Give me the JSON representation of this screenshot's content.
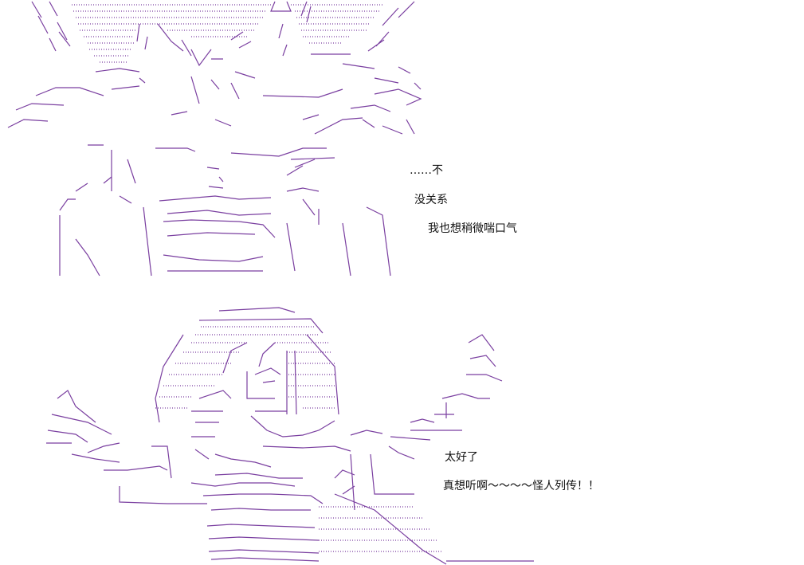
{
  "dialogue": {
    "line_1": "……不",
    "line_2": "没关系",
    "line_3": "我也想稍微喘口气",
    "line_4": "太好了",
    "line_5": "真想听啊～～～～怪人列传！！"
  },
  "colors": {
    "ascii_art": "#7a3fa0",
    "text": "#111111",
    "background": "#ffffff"
  }
}
